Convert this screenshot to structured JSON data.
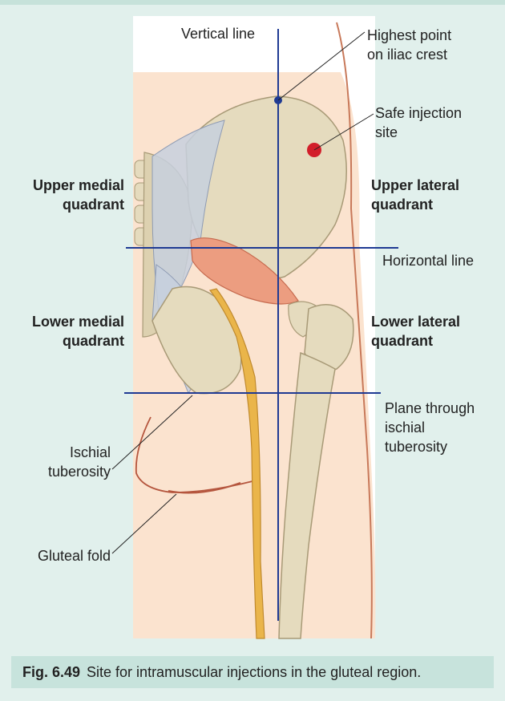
{
  "labels": {
    "vertical_line": "Vertical line",
    "highest_point_1": "Highest point",
    "highest_point_2": "on iliac crest",
    "safe_site_1": "Safe injection",
    "safe_site_2": "site",
    "upper_medial_1": "Upper medial",
    "upper_medial_2": "quadrant",
    "upper_lateral_1": "Upper lateral",
    "upper_lateral_2": "quadrant",
    "horizontal_line": "Horizontal line",
    "lower_medial_1": "Lower medial",
    "lower_medial_2": "quadrant",
    "lower_lateral_1": "Lower lateral",
    "lower_lateral_2": "quadrant",
    "plane_1": "Plane through",
    "plane_2": "ischial",
    "plane_3": "tuberosity",
    "ischial_1": "Ischial",
    "ischial_2": "tuberosity",
    "gluteal_fold": "Gluteal fold"
  },
  "caption": {
    "fig_number": "Fig. 6.49",
    "text": "Site for intramuscular injections in the gluteal region."
  },
  "colors": {
    "background": "#e1f0ec",
    "guide_line": "#1f3a93",
    "injection_dot": "#d21e2a",
    "skin": "#fbe3cf",
    "bone": "#e5dbbe",
    "muscle": "#ec9d80",
    "nerve": "#eab54a"
  }
}
